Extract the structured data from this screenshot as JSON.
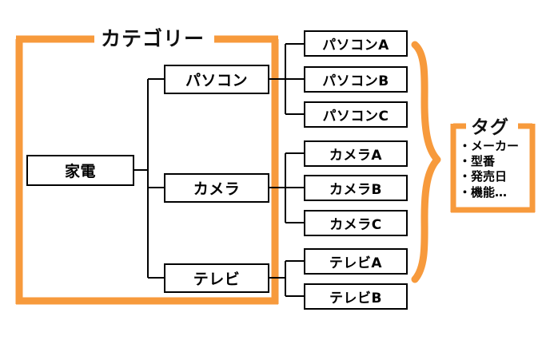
{
  "diagram": {
    "type": "tree-hierarchy",
    "accent_color": "#F79A3C",
    "line_color": "#000000",
    "background": "#ffffff",
    "frame": {
      "label": "カテゴリー"
    },
    "root": {
      "label": "家電"
    },
    "categories": [
      {
        "label": "パソコン",
        "products": [
          {
            "label": "パソコンA"
          },
          {
            "label": "パソコンB"
          },
          {
            "label": "パソコンC"
          }
        ]
      },
      {
        "label": "カメラ",
        "products": [
          {
            "label": "カメラA"
          },
          {
            "label": "カメラB"
          },
          {
            "label": "カメラC"
          }
        ]
      },
      {
        "label": "テレビ",
        "products": [
          {
            "label": "テレビA"
          },
          {
            "label": "テレビB"
          }
        ]
      }
    ],
    "tag_panel": {
      "title": "タグ",
      "items": [
        "・メーカー",
        "・型番",
        "・発売日",
        "・機能…"
      ]
    }
  }
}
